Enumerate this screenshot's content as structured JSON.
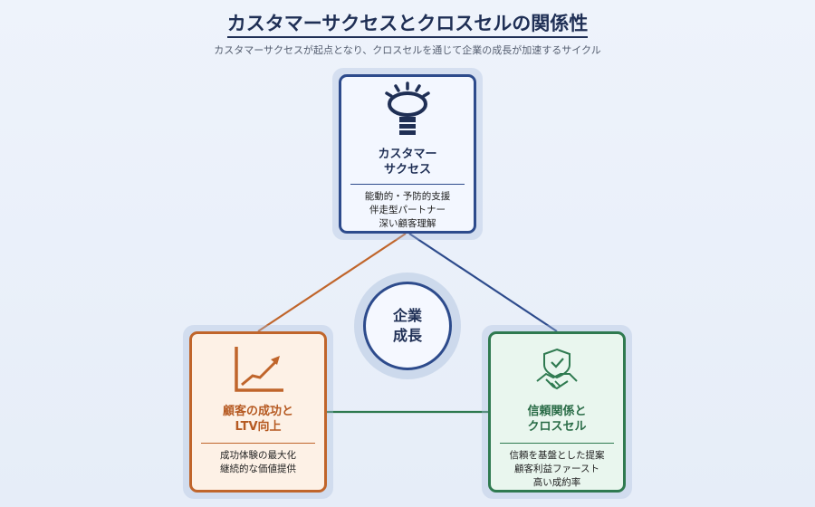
{
  "title": "カスタマーサクセスとクロスセルの関係性",
  "subtitle": "カスタマーサクセスが起点となり、クロスセルを通じて企業の成長が加速するサイクル",
  "center": {
    "label": "企業\n成長"
  },
  "nodes": {
    "customer_success": {
      "title": "カスタマー\nサクセス",
      "description": "能動的・予防的支援\n伴走型パートナー\n深い顧客理解",
      "icon": "lightbulb-icon",
      "color": "#2d4b8c"
    },
    "customer_success_ltv": {
      "title": "顧客の成功と\nLTV向上",
      "description": "成功体験の最大化\n継続的な価値提供",
      "icon": "growth-chart-icon",
      "color": "#c0652b"
    },
    "trust_cross_sell": {
      "title": "信頼関係と\nクロスセル",
      "description": "信頼を基盤とした提案\n顧客利益ファースト\n高い成約率",
      "icon": "handshake-shield-icon",
      "color": "#2f7a50"
    }
  },
  "connections": {
    "top_to_left": "#c0652b",
    "top_to_right": "#2d4b8c",
    "left_to_right": "#2f7a50"
  }
}
